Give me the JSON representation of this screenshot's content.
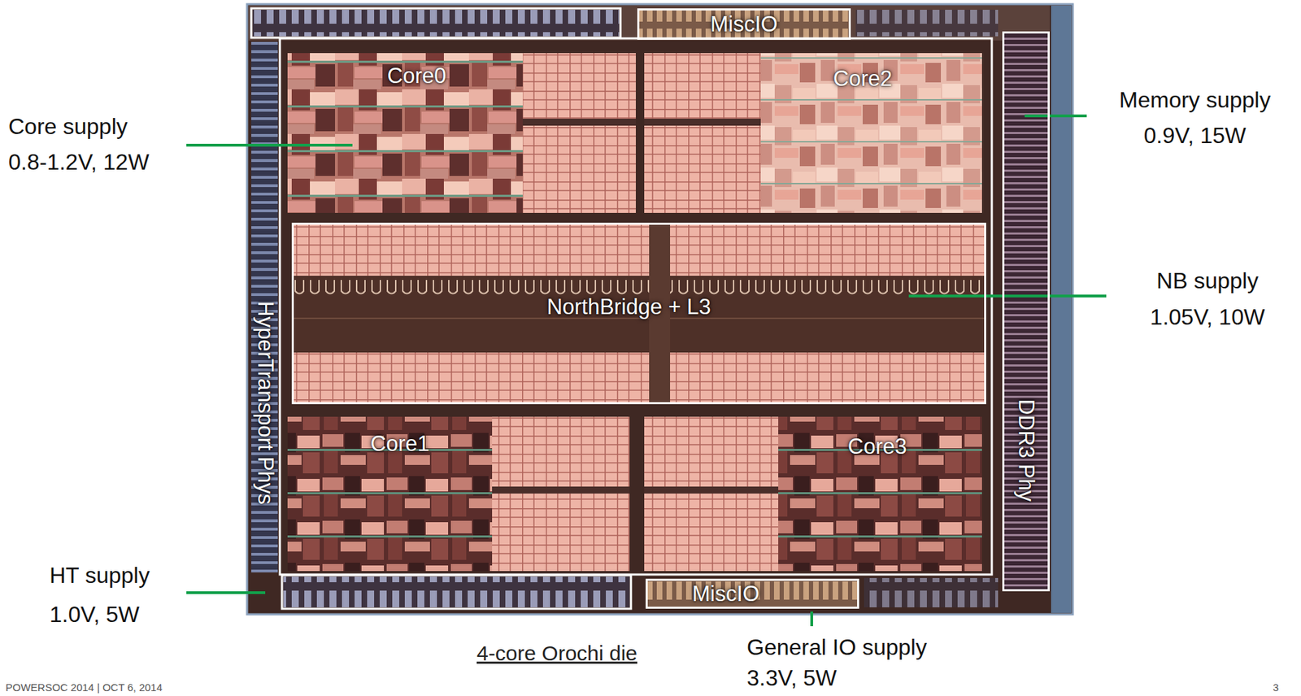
{
  "diagram": {
    "caption": "4-core Orochi die",
    "nodes": [
      {
        "text": [
          "MiscIO"
        ]
      },
      {
        "text": [
          "Core0"
        ]
      },
      {
        "text": [
          "Core2"
        ]
      },
      {
        "text": [
          "NorthBridge + L3"
        ]
      },
      {
        "text": [
          "Core1"
        ]
      },
      {
        "text": [
          "Core3"
        ]
      },
      {
        "text": [
          "MiscIO"
        ]
      },
      {
        "text": [
          "DDR3 Phy"
        ]
      }
    ],
    "labels": [
      "HyperTransport Phys",
      "Core supply",
      "0.8-1.2V, 12W",
      "Memory supply",
      "0.9V, 15W",
      "NB supply",
      "1.05V, 10W",
      "HT supply",
      "1.0V, 5W",
      "General IO supply",
      "3.3V, 5W",
      "POWERSOC 2014 | OCT 6, 2014",
      "3"
    ]
  }
}
